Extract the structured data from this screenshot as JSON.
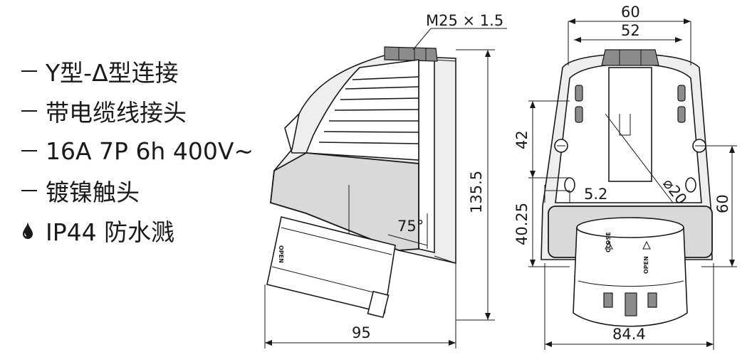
{
  "specs": [
    {
      "text": "Y型-Δ型连接",
      "marker": "dash"
    },
    {
      "text": "带电缆线接头",
      "marker": "dash"
    },
    {
      "text": "16A 7P 6h 400V~",
      "marker": "dash"
    },
    {
      "text": "镀镍触头",
      "marker": "dash"
    },
    {
      "text": "IP44 防水溅",
      "marker": "drop-icon"
    }
  ],
  "side_view": {
    "thread": "M25 × 1.5",
    "height": "135.5",
    "angle": "75°",
    "width": "95",
    "open_label": "OPEN"
  },
  "front_view": {
    "width_outer": "60",
    "width_inner": "52",
    "dim_42": "42",
    "dim_40_25": "40.25",
    "dim_5_2": "5.2",
    "dim_60": "60",
    "width_bottom": "84.4",
    "close_label": "CLOSE",
    "open_label": "OPEN",
    "diameter_label": "⌀20"
  }
}
